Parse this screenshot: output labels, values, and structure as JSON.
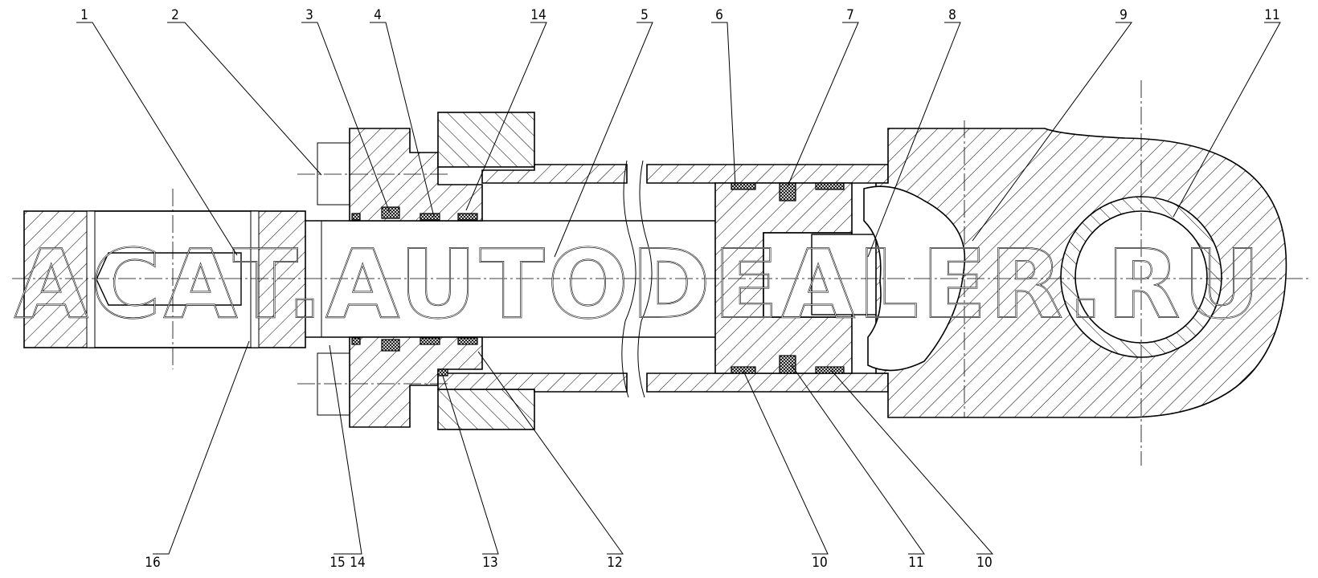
{
  "callouts": [
    {
      "id": "c1",
      "text": "1"
    },
    {
      "id": "c2",
      "text": "2"
    },
    {
      "id": "c3",
      "text": "3"
    },
    {
      "id": "c4",
      "text": "4"
    },
    {
      "id": "c14a",
      "text": "14"
    },
    {
      "id": "c5",
      "text": "5"
    },
    {
      "id": "c6",
      "text": "6"
    },
    {
      "id": "c7",
      "text": "7"
    },
    {
      "id": "c8",
      "text": "8"
    },
    {
      "id": "c9",
      "text": "9"
    },
    {
      "id": "c11a",
      "text": "11"
    },
    {
      "id": "c16",
      "text": "16"
    },
    {
      "id": "c15",
      "text": "15"
    },
    {
      "id": "c14b",
      "text": "14"
    },
    {
      "id": "c13",
      "text": "13"
    },
    {
      "id": "c12",
      "text": "12"
    },
    {
      "id": "c10a",
      "text": "10"
    },
    {
      "id": "c11b",
      "text": "11"
    },
    {
      "id": "c10b",
      "text": "10"
    }
  ],
  "watermark": "ACAT.AUTODEALER.RU",
  "colors": {
    "ink": "#000000",
    "paper": "#ffffff"
  }
}
